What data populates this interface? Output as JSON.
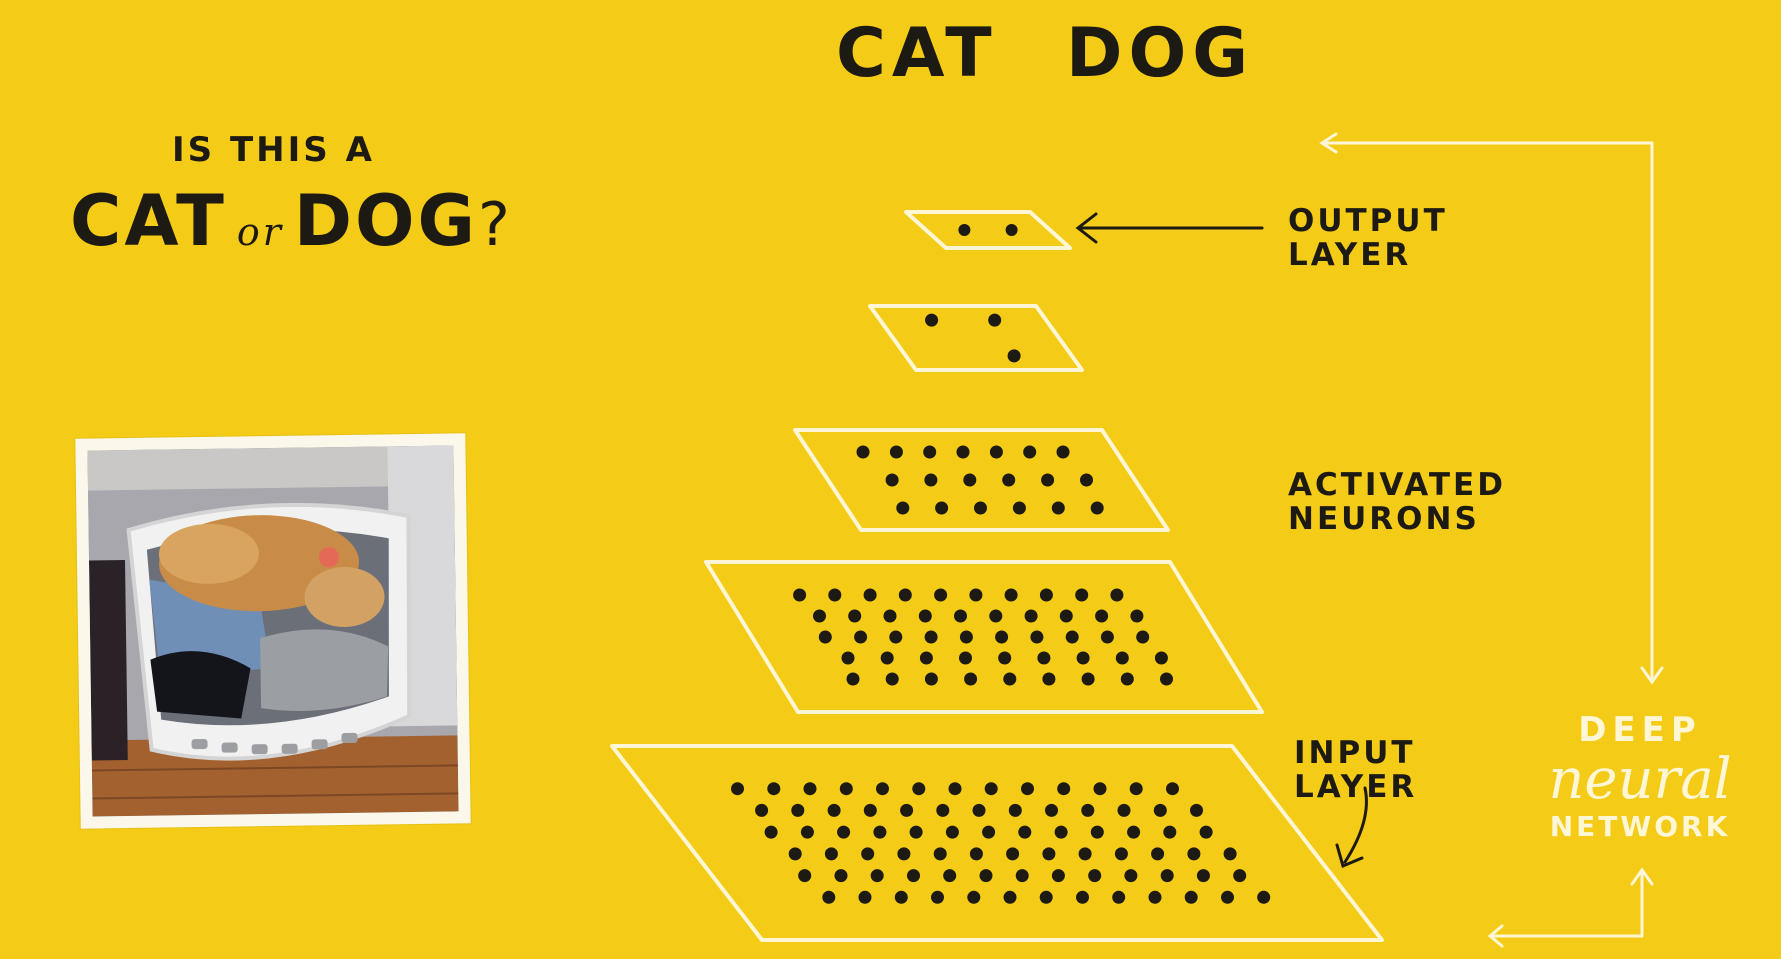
{
  "heading": {
    "class_a": "CAT",
    "class_b": "DOG"
  },
  "question": {
    "line1": "IS THIS A",
    "cat": "CAT",
    "or": "or",
    "dog": "DOG",
    "mark": "?"
  },
  "labels": {
    "output_1": "OUTPUT",
    "output_2": "LAYER",
    "activated_1": "ACTIVATED",
    "activated_2": "NEURONS",
    "input_1": "INPUT",
    "input_2": "LAYER"
  },
  "network_title": {
    "line1": "DEEP",
    "line2": "neural",
    "line3": "NETWORK"
  },
  "photo_subject": "dog sleeping in a white laundry basket",
  "layer_neuron_counts": [
    2,
    3,
    19,
    48,
    78
  ],
  "colors": {
    "background": "#f4cb16",
    "ink": "#1c1a12",
    "chalk": "#fff6d6"
  }
}
